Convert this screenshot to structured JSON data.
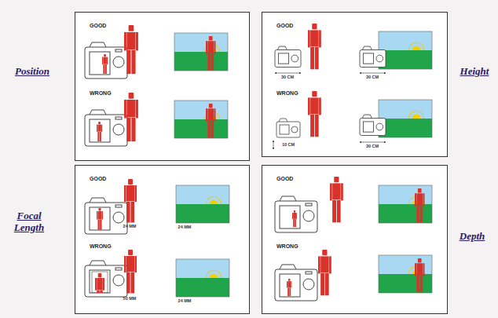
{
  "diagram": {
    "nodes": [
      {
        "text": [
          "Position",
          "GOOD",
          "WRONG"
        ]
      },
      {
        "text": [
          "Height",
          "GOOD",
          "WRONG"
        ]
      },
      {
        "text": [
          "Focal Length",
          "GOOD",
          "WRONG"
        ]
      },
      {
        "text": [
          "Depth",
          "GOOD",
          "WRONG"
        ]
      }
    ],
    "labels": [
      "30 CM",
      "30 CM",
      "10 CM",
      "30 CM",
      "24 MM",
      "24 MM",
      "50 MM",
      "24 MM"
    ]
  }
}
